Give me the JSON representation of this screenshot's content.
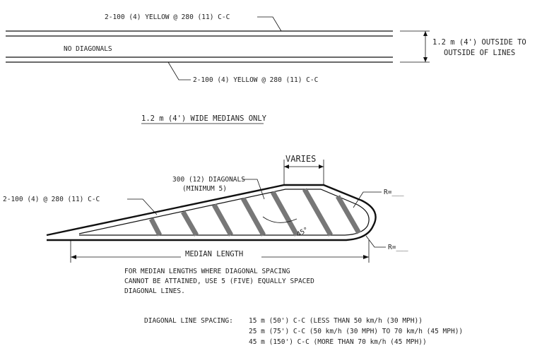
{
  "top_section": {
    "upper_line_label": "2-100 (4) YELLOW @ 280 (11) C-C",
    "lower_line_label": "2-100 (4) YELLOW @ 280 (11) C-C",
    "no_diagonals_label": "NO DIAGONALS",
    "width_label_line1": "1.2 m (4') OUTSIDE TO",
    "width_label_line2": "OUTSIDE OF LINES"
  },
  "section_title": "1.2 m (4') WIDE MEDIANS ONLY",
  "median_detail": {
    "varies_label": "VARIES",
    "diagonals_label_line1": "300 (12) DIAGONALS",
    "diagonals_label_line2": "(MINIMUM 5)",
    "edge_line_label": "2-100 (4) @ 280 (11) C-C",
    "angle_label": "45°",
    "radius_top_label": "R=___",
    "radius_bottom_label": "R=___",
    "median_length_label": "MEDIAN LENGTH",
    "diagonal_count": 7
  },
  "notes": {
    "note_line1": "FOR MEDIAN LENGTHS WHERE DIAGONAL SPACING",
    "note_line2": "CANNOT BE ATTAINED, USE 5 (FIVE) EQUALLY SPACED",
    "note_line3": "DIAGONAL LINES.",
    "spacing_heading": "DIAGONAL LINE SPACING:",
    "spacing_row1": "15 m (50') C-C (LESS THAN 50 km/h (30 MPH))",
    "spacing_row2": "25 m (75') C-C (50 km/h (30 MPH) TO 70 km/h (45 MPH))",
    "spacing_row3": "45 m (150') C-C (MORE THAN 70 km/h (45 MPH))"
  }
}
